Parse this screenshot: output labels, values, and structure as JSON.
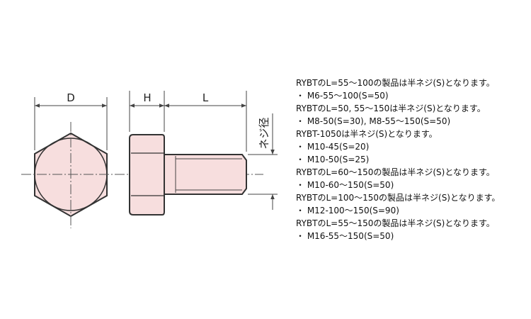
{
  "drawing": {
    "label_D": "D",
    "label_H": "H",
    "label_L": "L",
    "label_thread_dia": "ネジ径",
    "colors": {
      "fill": "#f7dede",
      "outline": "#333333",
      "dim": "#444444"
    }
  },
  "notes": [
    {
      "text": "RYBTのL=55～100の製品は半ネジ(S)となります。",
      "kind": "heading"
    },
    {
      "text": "・ M6-55～100(S=50)",
      "kind": "spec"
    },
    {
      "text": "RYBTのL=50, 55～150は半ネジ(S)となります。",
      "kind": "heading"
    },
    {
      "text": "・ M8-50(S=30), M8-55～150(S=50)",
      "kind": "spec"
    },
    {
      "text": "RYBT-1050は半ネジ(S)となります。",
      "kind": "heading"
    },
    {
      "text": "・ M10-45(S=20)",
      "kind": "spec"
    },
    {
      "text": "・ M10-50(S=25)",
      "kind": "spec"
    },
    {
      "text": "RYBTのL=60～150の製品は半ネジ(S)となります。",
      "kind": "heading"
    },
    {
      "text": "・ M10-60～150(S=50)",
      "kind": "spec"
    },
    {
      "text": "RYBTのL=100～150の製品は半ネジ(S)となります。",
      "kind": "heading"
    },
    {
      "text": "・ M12-100～150(S=90)",
      "kind": "spec"
    },
    {
      "text": "RYBTのL=55～150の製品は半ネジ(S)となります。",
      "kind": "heading"
    },
    {
      "text": "・ M16-55～150(S=50)",
      "kind": "spec"
    }
  ]
}
